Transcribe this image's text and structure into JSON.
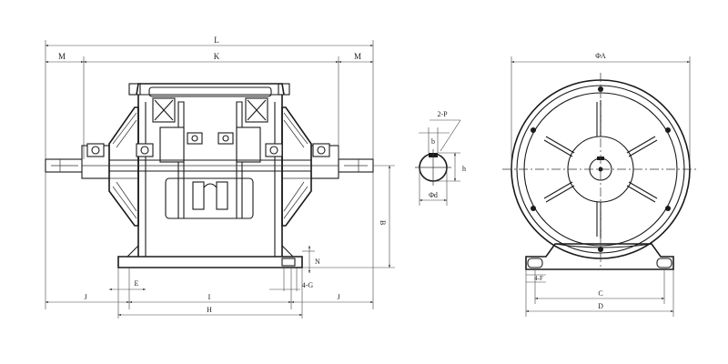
{
  "labels": {
    "L": "L",
    "K": "K",
    "M_left": "M",
    "M_right": "M",
    "J_left": "J",
    "J_right": "J",
    "I": "I",
    "H": "H",
    "E": "E",
    "G": "4-G",
    "N": "N",
    "B": "B",
    "P": "2-P",
    "b": "b",
    "h": "h",
    "d": "Φd",
    "A": "ΦA",
    "C": "C",
    "D": "D",
    "F": "4-F"
  }
}
